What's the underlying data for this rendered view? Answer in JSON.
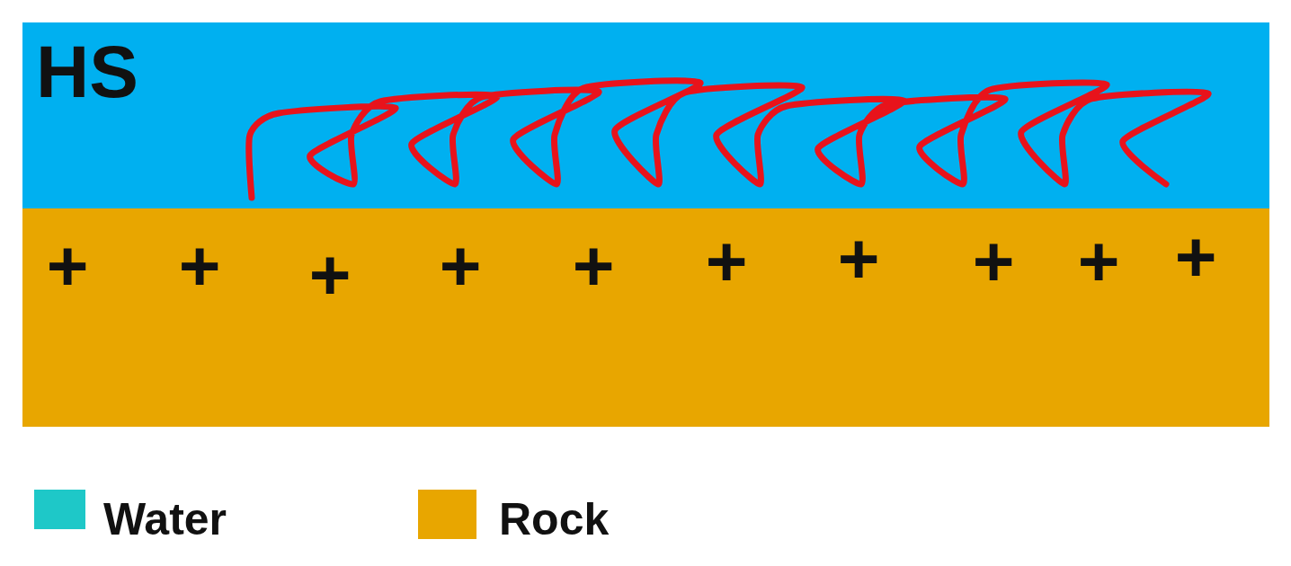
{
  "diagram": {
    "nodes": [
      {
        "text": [
          "HS"
        ]
      },
      {
        "text": [
          "+",
          "+",
          "+",
          "+",
          "+",
          "+",
          "+",
          "+",
          "+",
          "+"
        ]
      }
    ],
    "legend": [
      {
        "text": "Water",
        "color": "#1ec8c8"
      },
      {
        "text": "Rock",
        "color": "#e8a600"
      }
    ]
  }
}
